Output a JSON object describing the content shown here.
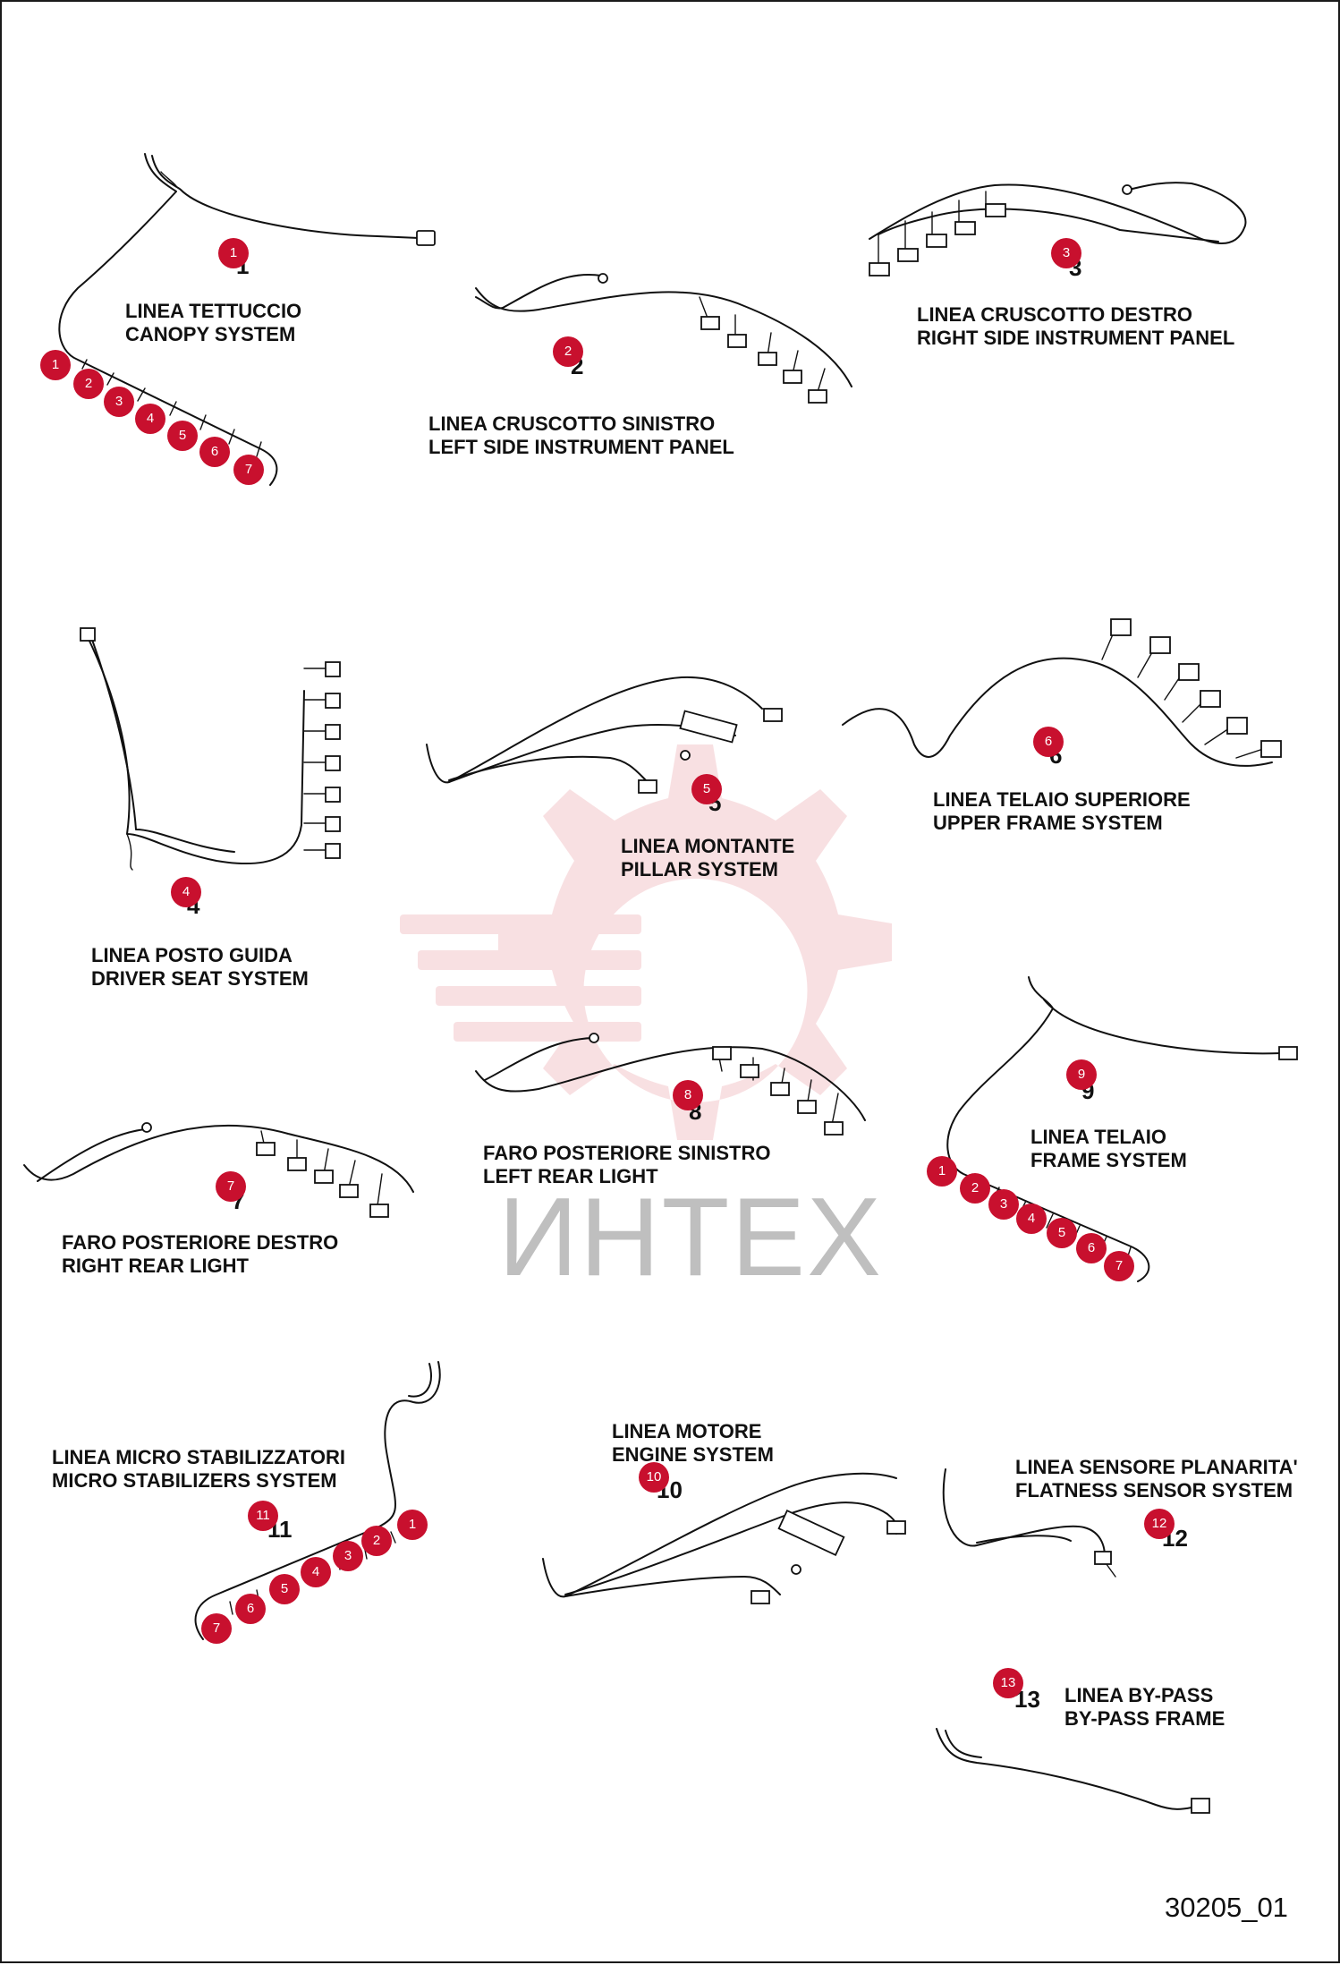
{
  "drawing_code": "30205_01",
  "watermark_text": "ИНТЕХ",
  "colors": {
    "badge": "#c8102e",
    "line": "#111111",
    "watermark": "#d0192b"
  },
  "harnesses": [
    {
      "id": "1",
      "number": "1",
      "label_it": "LINEA TETTUCCIO",
      "label_en": "CANOPY SYSTEM"
    },
    {
      "id": "2",
      "number": "2",
      "label_it": "LINEA CRUSCOTTO SINISTRO",
      "label_en": "LEFT SIDE INSTRUMENT PANEL"
    },
    {
      "id": "3",
      "number": "3",
      "label_it": "LINEA CRUSCOTTO DESTRO",
      "label_en": "RIGHT SIDE INSTRUMENT PANEL"
    },
    {
      "id": "4",
      "number": "4",
      "label_it": "LINEA POSTO GUIDA",
      "label_en": "DRIVER SEAT SYSTEM"
    },
    {
      "id": "5",
      "number": "5",
      "label_it": "LINEA MONTANTE",
      "label_en": "PILLAR SYSTEM"
    },
    {
      "id": "6",
      "number": "6",
      "label_it": "LINEA TELAIO SUPERIORE",
      "label_en": "UPPER FRAME SYSTEM"
    },
    {
      "id": "7",
      "number": "7",
      "label_it": "FARO POSTERIORE DESTRO",
      "label_en": "RIGHT REAR LIGHT"
    },
    {
      "id": "8",
      "number": "8",
      "label_it": "FARO POSTERIORE SINISTRO",
      "label_en": "LEFT REAR LIGHT"
    },
    {
      "id": "9",
      "number": "9",
      "label_it": "LINEA TELAIO",
      "label_en": "FRAME SYSTEM"
    },
    {
      "id": "10",
      "number": "10",
      "label_it": "LINEA MOTORE",
      "label_en": "ENGINE SYSTEM"
    },
    {
      "id": "11",
      "number": "11",
      "label_it": "LINEA MICRO STABILIZZATORI",
      "label_en": "MICRO STABILIZERS SYSTEM"
    },
    {
      "id": "12",
      "number": "12",
      "label_it": "LINEA SENSORE PLANARITA'",
      "label_en": "FLATNESS SENSOR SYSTEM"
    },
    {
      "id": "13",
      "number": "13",
      "label_it": "LINEA BY-PASS",
      "label_en": "BY-PASS FRAME"
    }
  ],
  "callout_series": {
    "canopy": [
      "1",
      "2",
      "3",
      "4",
      "5",
      "6",
      "7"
    ],
    "frame": [
      "1",
      "2",
      "3",
      "4",
      "5",
      "6",
      "7"
    ],
    "micro": [
      "1",
      "2",
      "3",
      "4",
      "5",
      "6",
      "7"
    ]
  }
}
